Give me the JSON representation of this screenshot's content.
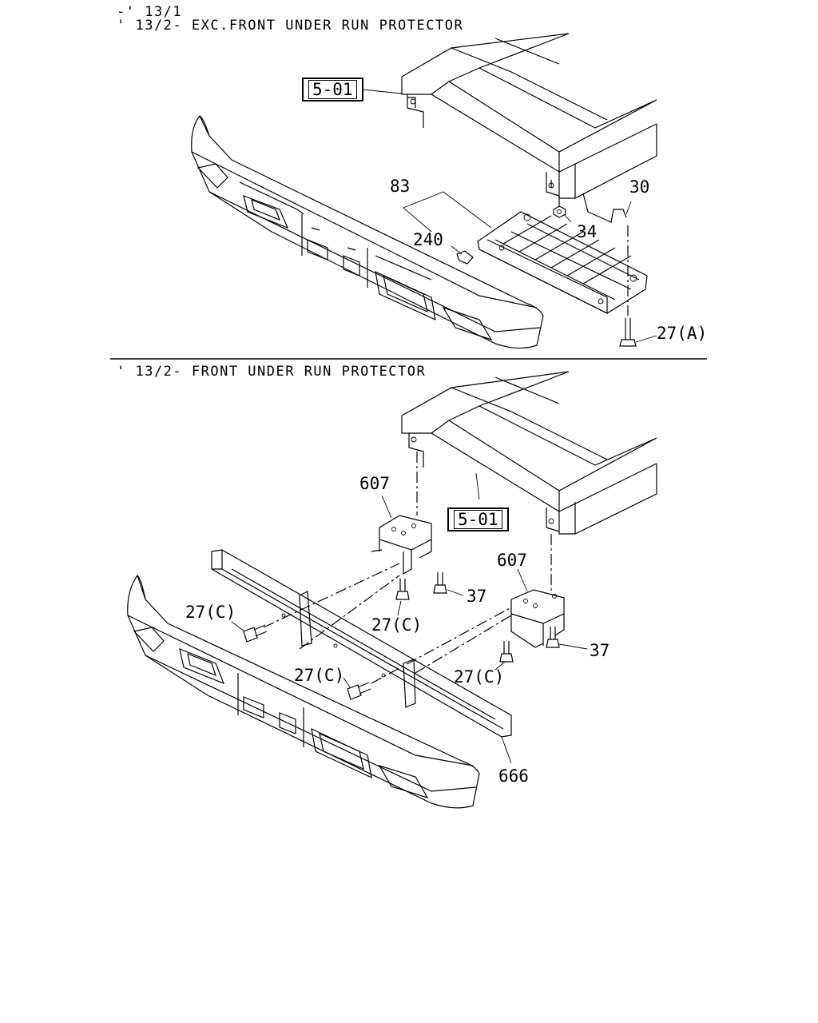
{
  "section_top": {
    "title_line1": "-' 13/1",
    "title_line2": "' 13/2- EXC.FRONT UNDER RUN PROTECTOR",
    "labels": {
      "ref_box": "5-01",
      "p83": "83",
      "p240": "240",
      "p30": "30",
      "p34": "34",
      "p27a": "27(A)"
    }
  },
  "section_bottom": {
    "title": "' 13/2- FRONT UNDER RUN PROTECTOR",
    "labels": {
      "ref_box": "5-01",
      "p607_left": "607",
      "p607_right": "607",
      "p37_left": "37",
      "p37_right": "37",
      "p27c_1": "27(C)",
      "p27c_2": "27(C)",
      "p27c_3": "27(C)",
      "p27c_4": "27(C)",
      "p666": "666"
    }
  }
}
